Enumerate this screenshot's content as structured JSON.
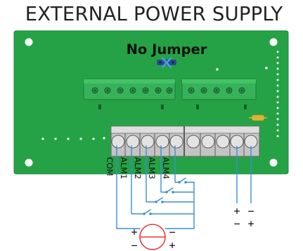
{
  "title": "EXTERNAL POWER SUPPLY",
  "board": {
    "caption": "No Jumper",
    "terminal_labels": [
      "COM",
      "ALM1",
      "ALM2",
      "ALM3",
      "ALM4"
    ]
  },
  "polarity": {
    "supply_left_top": "+",
    "supply_left_bottom": "−",
    "supply_right_top": "−",
    "supply_right_bottom": "+",
    "source_left_top": "+",
    "source_left_bottom": "−",
    "source_right_top": "−",
    "source_right_bottom": "+"
  },
  "colors": {
    "board": "#25a246",
    "board_edge": "#1c8a3a",
    "connector": "#37b25a",
    "wire": "#3a8fd6",
    "source": "#e83a3a",
    "jumper": "#2b4d8c",
    "fuse": "#d9b53a"
  },
  "icons": {
    "jumper": "x-mark-icon",
    "source": "dc-source-icon"
  }
}
